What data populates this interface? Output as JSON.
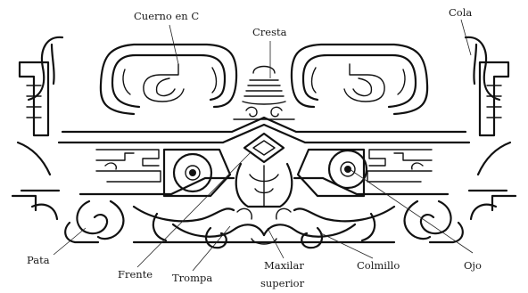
{
  "figure": {
    "labels": {
      "cuerno": "Cuerno en C",
      "cresta": "Cresta",
      "cola": "Cola",
      "pata": "Pata",
      "frente": "Frente",
      "trompa": "Trompa",
      "maxilar_1": "Maxilar",
      "maxilar_2": "superior",
      "colmillo": "Colmillo",
      "ojo": "Ojo"
    },
    "colors": {
      "ink": "#111111",
      "paper": "#ffffff"
    }
  }
}
